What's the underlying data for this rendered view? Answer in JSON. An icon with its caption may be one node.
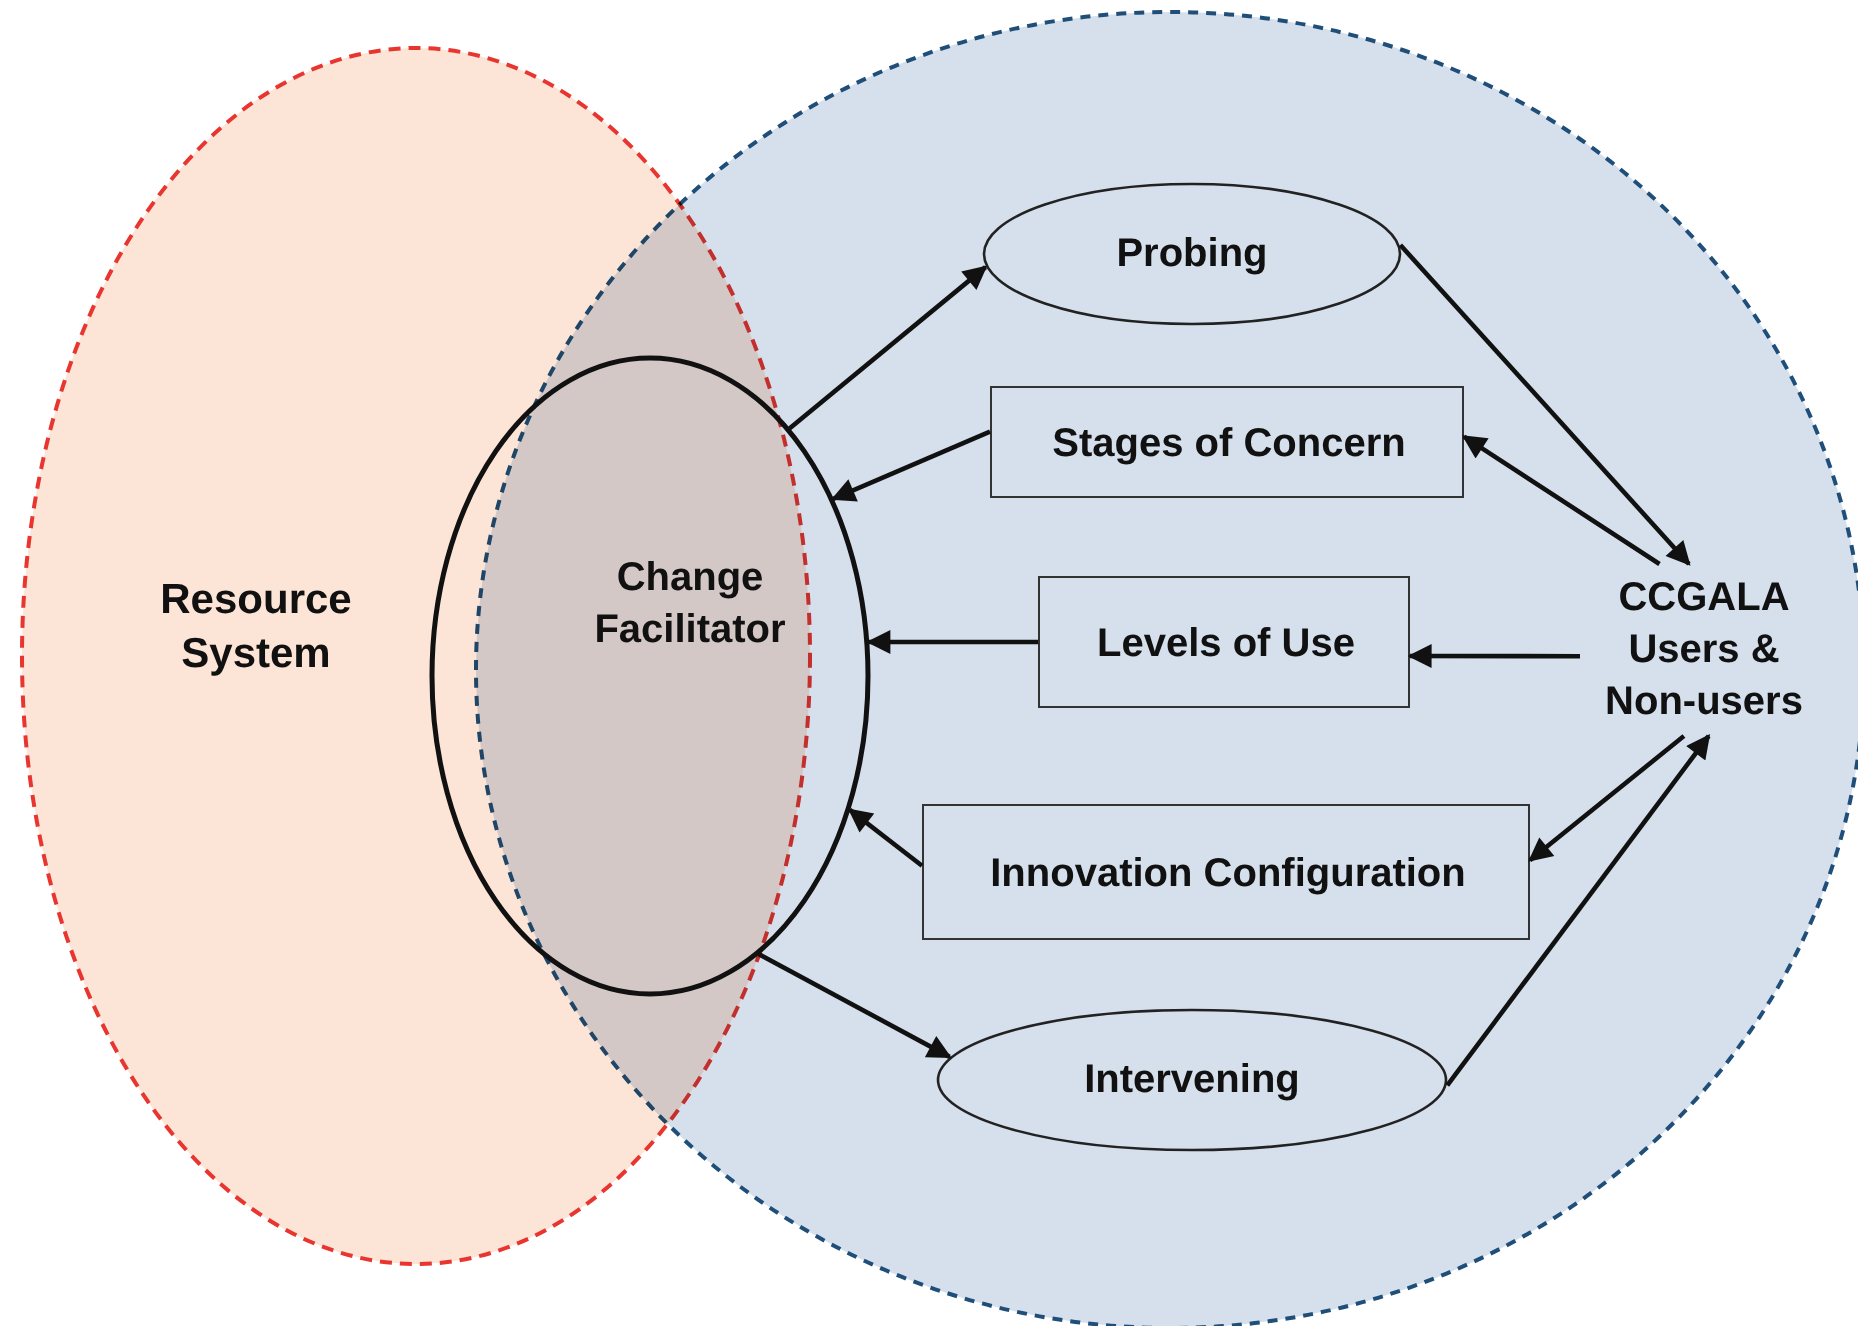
{
  "diagram": {
    "nodes": [
      {
        "text": [
          "Resource System"
        ]
      },
      {
        "text": [],
        "shape": "circle"
      },
      {
        "text": [
          "Change Facilitator"
        ]
      },
      {
        "text": [
          "Probing"
        ],
        "in": 1
      },
      {
        "text": [
          "Stages of Concern"
        ],
        "in": 1
      },
      {
        "text": [
          "Levels of Use"
        ],
        "in": 1
      },
      {
        "text": [
          "Innovation Configuration"
        ],
        "in": 1
      },
      {
        "text": [
          "Intervening"
        ],
        "in": 1
      },
      {
        "text": [
          "CCGALA Users & Non-users"
        ],
        "in": 1
      }
    ],
    "edges": [
      {
        "from": 2,
        "to": 3,
        "arrow": "to"
      },
      {
        "from": 3,
        "to": 8,
        "arrow": "to"
      },
      {
        "from": 8,
        "to": 4,
        "arrow": "to"
      },
      {
        "from": 4,
        "to": 2,
        "arrow": "to"
      },
      {
        "from": 8,
        "to": 5,
        "arrow": "to"
      },
      {
        "from": 5,
        "to": 2,
        "arrow": "to"
      },
      {
        "from": 8,
        "to": 6,
        "arrow": "to"
      },
      {
        "from": 6,
        "to": 2,
        "arrow": "to"
      },
      {
        "from": 2,
        "to": 7,
        "arrow": "to"
      },
      {
        "from": 7,
        "to": 8,
        "arrow": "to"
      }
    ]
  }
}
